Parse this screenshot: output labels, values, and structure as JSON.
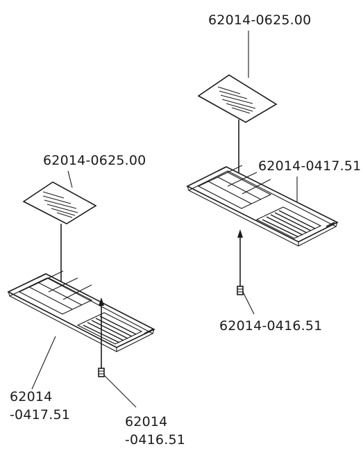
{
  "assemblies": [
    {
      "position": "upper-right",
      "label_part_top": "62014-0625.00",
      "label_part_frame": "62014-0417.51",
      "label_part_screw": "62014-0416.51"
    },
    {
      "position": "lower-left",
      "label_part_top": "62014-0625.00",
      "label_part_frame_line1": "62014",
      "label_part_frame_line2": "-0417.51",
      "label_part_screw_line1": "62014",
      "label_part_screw_line2": "-0416.51"
    }
  ],
  "line_color": "#1a1a1a"
}
